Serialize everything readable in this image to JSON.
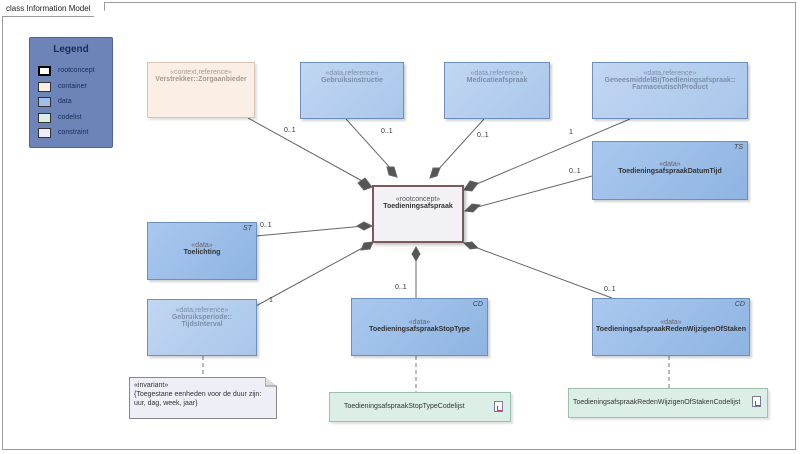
{
  "frame": {
    "title": "class Information Model"
  },
  "legend": {
    "title": "Legend",
    "items": [
      {
        "label": "rootconcept",
        "color": "#ffffff",
        "border": "#000000"
      },
      {
        "label": "container",
        "color": "#fbeee4",
        "border": "#333333"
      },
      {
        "label": "data",
        "color": "#9fc0ea",
        "border": "#333333"
      },
      {
        "label": "codelist",
        "color": "#dcefe6",
        "border": "#333333"
      },
      {
        "label": "constraint",
        "color": "#eeeef6",
        "border": "#333333"
      }
    ]
  },
  "classes": {
    "root": {
      "stereotype": "«rootconcept»",
      "name": "Toedieningsafspraak"
    },
    "verstrekker": {
      "stereotype": "«context,reference»",
      "name": "Verstrekker::Zorgaanbieder"
    },
    "gebruiksinstructie": {
      "stereotype": "«data,reference»",
      "name": "Gebruiksinstructie"
    },
    "medicatieafspraak": {
      "stereotype": "«data,reference»",
      "name": "Medicatieafspraak"
    },
    "geneesmiddel": {
      "stereotype": "«data,reference»",
      "name_line1": "GeneesmiddelBijToedieningsafspraak::",
      "name_line2": "FarmaceutischProduct"
    },
    "datumtijd": {
      "stereotype": "«data»",
      "name": "ToedieningsafspraakDatumTijd",
      "tag": "TS"
    },
    "toelichting": {
      "stereotype": "«data»",
      "name": "Toelichting",
      "tag": "ST"
    },
    "gebruiksperiode": {
      "stereotype": "«data,reference»",
      "name_line1": "Gebruiksperiode::",
      "name_line2": "TijdsInterval"
    },
    "stoptype": {
      "stereotype": "«data»",
      "name": "ToedieningsafspraakStopType",
      "tag": "CD"
    },
    "redenwijzigen": {
      "stereotype": "«data»",
      "name": "ToedieningsafspraakRedenWijzigenOfStaken",
      "tag": "CD"
    },
    "stoptype_codelist": {
      "name": "ToedieningsafspraakStopTypeCodelijst"
    },
    "redenwijzigen_codelist": {
      "name": "ToedieningsafspraakRedenWijzigenOfStakenCodelijst"
    }
  },
  "note": {
    "stereotype": "«invariant»",
    "line1": "{Toegestane eenheden voor de duur zijn:",
    "line2": "uur, dag, week, jaar}"
  },
  "multiplicities": {
    "verstrekker": "0..1",
    "gebruiksinstructie": "0..1",
    "medicatieafspraak": "0..1",
    "geneesmiddel": "1",
    "datumtijd": "0..1",
    "toelichting": "0..1",
    "gebruiksperiode": "1",
    "stoptype": "0..1",
    "redenwijzigen": "0..1"
  }
}
